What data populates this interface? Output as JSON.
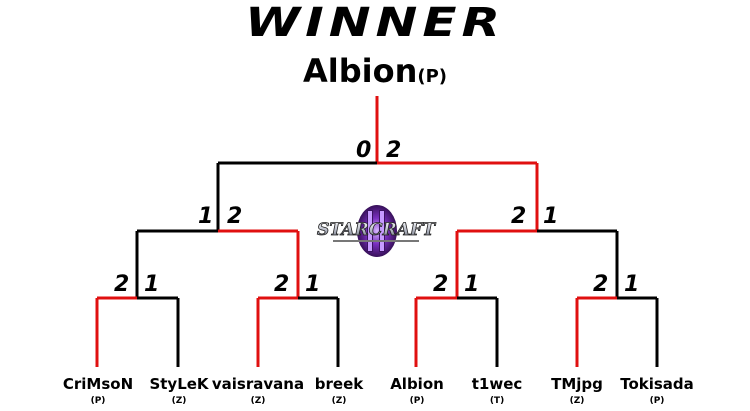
{
  "header": {
    "title": "WINNER"
  },
  "champion": {
    "name": "Albion",
    "race": "(P)"
  },
  "colors": {
    "winner_line": "#e01010",
    "loser_line": "#000000"
  },
  "logo": {
    "text": "STARCRAFT",
    "icon": "starcraft-ii-logo"
  },
  "final": {
    "left_score": "0",
    "right_score": "2"
  },
  "semis": [
    {
      "left_score": "1",
      "right_score": "2"
    },
    {
      "left_score": "2",
      "right_score": "1"
    }
  ],
  "quarters": [
    {
      "left_score": "2",
      "right_score": "1"
    },
    {
      "left_score": "2",
      "right_score": "1"
    },
    {
      "left_score": "2",
      "right_score": "1"
    },
    {
      "left_score": "2",
      "right_score": "1"
    }
  ],
  "players": [
    {
      "name": "CriMsoN",
      "race": "(P)"
    },
    {
      "name": "StyLeK",
      "race": "(Z)"
    },
    {
      "name": "vaisravana",
      "race": "(Z)"
    },
    {
      "name": "breek",
      "race": "(Z)"
    },
    {
      "name": "Albion",
      "race": "(P)"
    },
    {
      "name": "t1wec",
      "race": "(T)"
    },
    {
      "name": "TMjpg",
      "race": "(Z)"
    },
    {
      "name": "Tokisada",
      "race": "(P)"
    }
  ]
}
